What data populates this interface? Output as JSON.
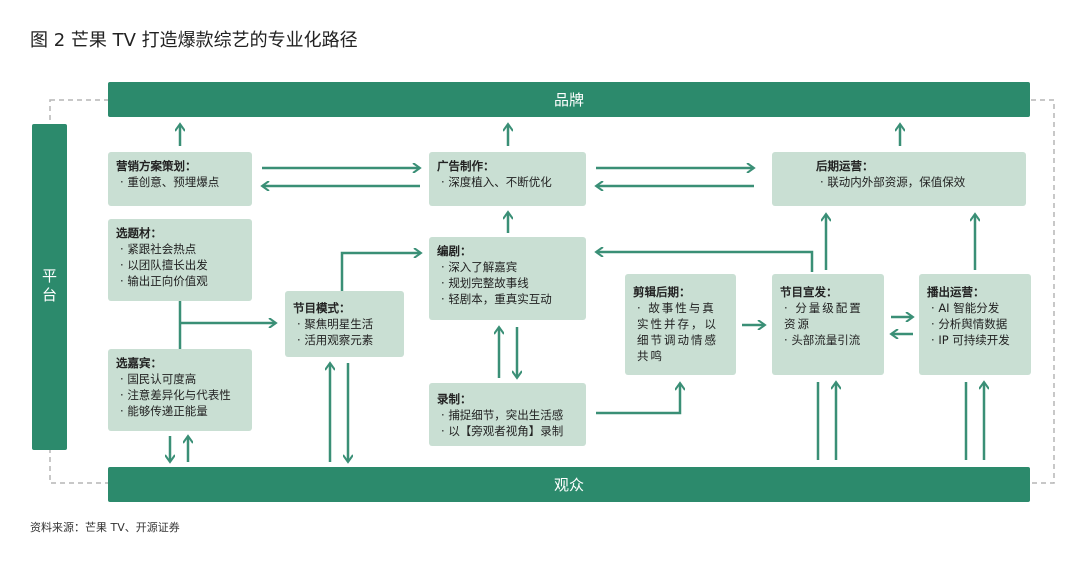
{
  "title": "图 2  芒果 TV 打造爆款综艺的专业化路径",
  "source": "资料来源：芒果 TV、开源证券",
  "bars": {
    "top": "品牌",
    "bottom": "观众",
    "left": "平台"
  },
  "boxes": {
    "marketing": {
      "title": "营销方案策划：",
      "items": [
        "重创意、预埋爆点"
      ]
    },
    "topic": {
      "title": "选题材：",
      "items": [
        "紧跟社会热点",
        "以团队擅长出发",
        "输出正向价值观"
      ]
    },
    "guest": {
      "title": "选嘉宾：",
      "items": [
        "国民认可度高",
        "注意差异化与代表性",
        "能够传递正能量"
      ]
    },
    "mode": {
      "title": "节目模式：",
      "items": [
        "聚焦明星生活",
        "活用观察元素"
      ]
    },
    "ad": {
      "title": "广告制作：",
      "items": [
        "深度植入、不断优化"
      ]
    },
    "script": {
      "title": "编剧：",
      "items": [
        "深入了解嘉宾",
        "规划完整故事线",
        "轻剧本，重真实互动"
      ]
    },
    "record": {
      "title": "录制：",
      "items": [
        "捕捉细节，突出生活感",
        "以【旁观者视角】录制"
      ]
    },
    "edit": {
      "title": "剪辑后期：",
      "items": [
        "故事性与真实性并存，以细节调动情感共鸣"
      ]
    },
    "postop": {
      "title": "后期运营：",
      "items": [
        "联动内外部资源，保值保效"
      ]
    },
    "promo": {
      "title": "节目宣发：",
      "items": [
        "分量级配置资源",
        "头部流量引流"
      ]
    },
    "broadcast": {
      "title": "播出运营：",
      "items": [
        "AI 智能分发",
        "分析舆情数据",
        "IP 可持续开发"
      ]
    }
  },
  "colors": {
    "accent": "#2c8a6c",
    "box": "#c9dfd3",
    "arrow": "#3a8f76"
  }
}
